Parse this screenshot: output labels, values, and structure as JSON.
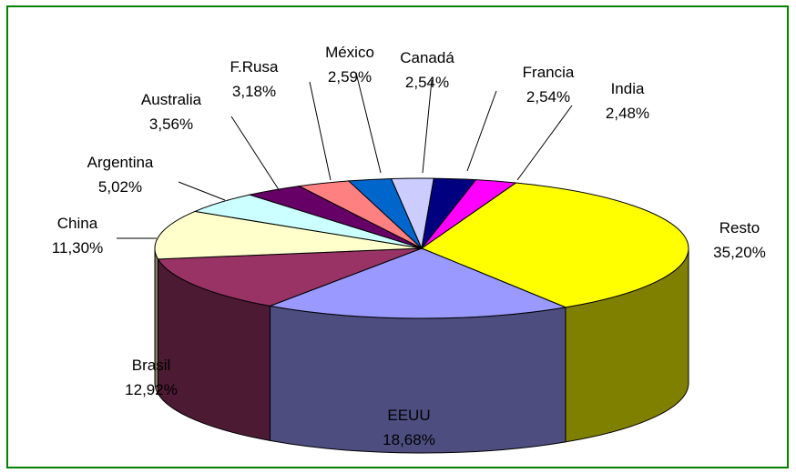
{
  "chart_data": {
    "type": "pie",
    "style": "3d-exploded",
    "categories": [
      "Resto",
      "EEUU",
      "Brasil",
      "China",
      "Argentina",
      "Australia",
      "F.Rusa",
      "México",
      "Canadá",
      "Francia",
      "India"
    ],
    "values": [
      35.2,
      18.68,
      12.92,
      11.3,
      5.02,
      3.56,
      3.18,
      2.59,
      2.54,
      2.54,
      2.48
    ],
    "value_labels": [
      "35,20%",
      "18,68%",
      "12,92%",
      "11,30%",
      "5,02%",
      "3,56%",
      "3,18%",
      "2,59%",
      "2,54%",
      "2,54%",
      "2,48%"
    ],
    "colors": [
      "#ffff00",
      "#9999ff",
      "#993366",
      "#ffffcc",
      "#ccffff",
      "#660066",
      "#ff8080",
      "#0066cc",
      "#ccccff",
      "#000080",
      "#ff00ff"
    ],
    "legend": "none",
    "border_color": "#008000"
  }
}
